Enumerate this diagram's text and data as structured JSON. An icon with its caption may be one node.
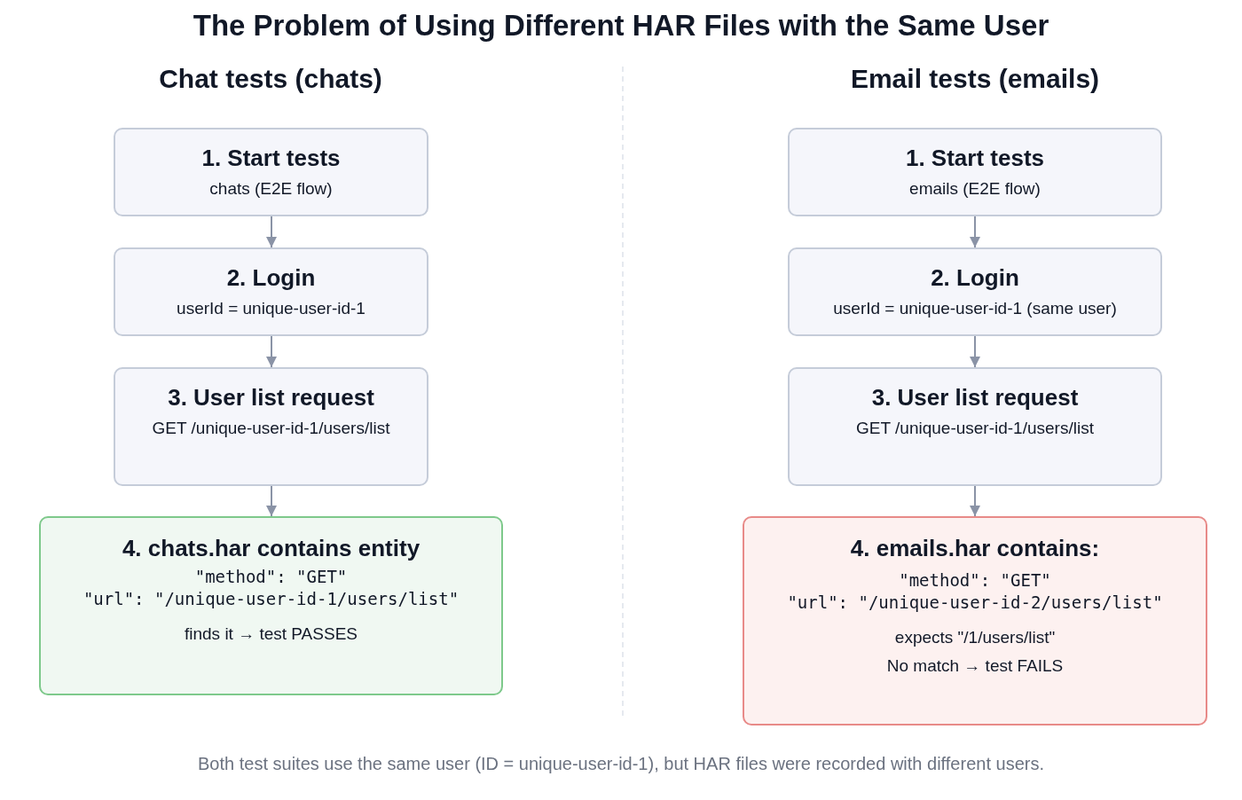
{
  "diagram": {
    "title": "The Problem of Using Different HAR Files with the Same User",
    "caption": "Both test suites use the same user (ID = unique-user-id-1), but HAR files were recorded with different users.",
    "nodes": [
      {
        "text": [
          "1. Start tests",
          "chats (E2E flow)"
        ]
      },
      {
        "text": [
          "2. Login",
          "userId = unique-user-id-1"
        ]
      },
      {
        "text": [
          "3. User list request",
          "GET /unique-user-id-1/users/list"
        ]
      },
      {
        "text": [
          "4. chats.har contains entity",
          "\"method\": \"GET\"",
          "\"url\": \"/unique-user-id-1/users/list\"",
          "finds it → test PASSES"
        ]
      },
      {
        "text": [
          "1. Start tests",
          "emails (E2E flow)"
        ]
      },
      {
        "text": [
          "2. Login",
          "userId = unique-user-id-1 (same user)"
        ]
      },
      {
        "text": [
          "3. User list request",
          "GET /unique-user-id-1/users/list"
        ]
      },
      {
        "text": [
          "4. emails.har contains:",
          "\"method\": \"GET\"",
          "\"url\": \"/unique-user-id-2/users/list\"",
          "expects \"/1/users/list\"",
          "No match → test FAILS"
        ]
      }
    ],
    "edges": [
      {
        "from": 0,
        "to": 1,
        "arrow": "to"
      },
      {
        "from": 1,
        "to": 2,
        "arrow": "to"
      },
      {
        "from": 2,
        "to": 3,
        "arrow": "to"
      },
      {
        "from": 4,
        "to": 5,
        "arrow": "to"
      },
      {
        "from": 5,
        "to": 6,
        "arrow": "to"
      },
      {
        "from": 6,
        "to": 7,
        "arrow": "to"
      }
    ],
    "labels": [
      "Chat tests (chats)",
      "Email tests (emails)"
    ]
  }
}
